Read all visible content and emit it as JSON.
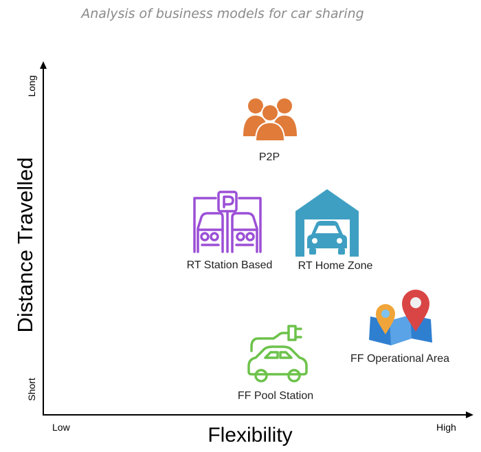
{
  "title": "Analysis of business models for car sharing",
  "axes": {
    "y_label": "Distance Travelled",
    "x_label": "Flexibility",
    "y_top": "Long",
    "y_bottom": "Short",
    "x_left": "Low",
    "x_right": "High"
  },
  "items": {
    "p2p": {
      "label": "P2P",
      "icon": "people-group-icon",
      "color": "#e07b39"
    },
    "rt_station": {
      "label": "RT Station Based",
      "icon": "parking-cars-icon",
      "color": "#9b4fd6"
    },
    "rt_home": {
      "label": "RT Home Zone",
      "icon": "garage-car-icon",
      "color": "#3f9fc2"
    },
    "ff_area": {
      "label": "FF Operational Area",
      "icon": "map-pins-icon",
      "color": "#2f7fd0"
    },
    "ff_pool": {
      "label": "FF Pool Station",
      "icon": "electric-car-icon",
      "color": "#6cc24a"
    }
  }
}
